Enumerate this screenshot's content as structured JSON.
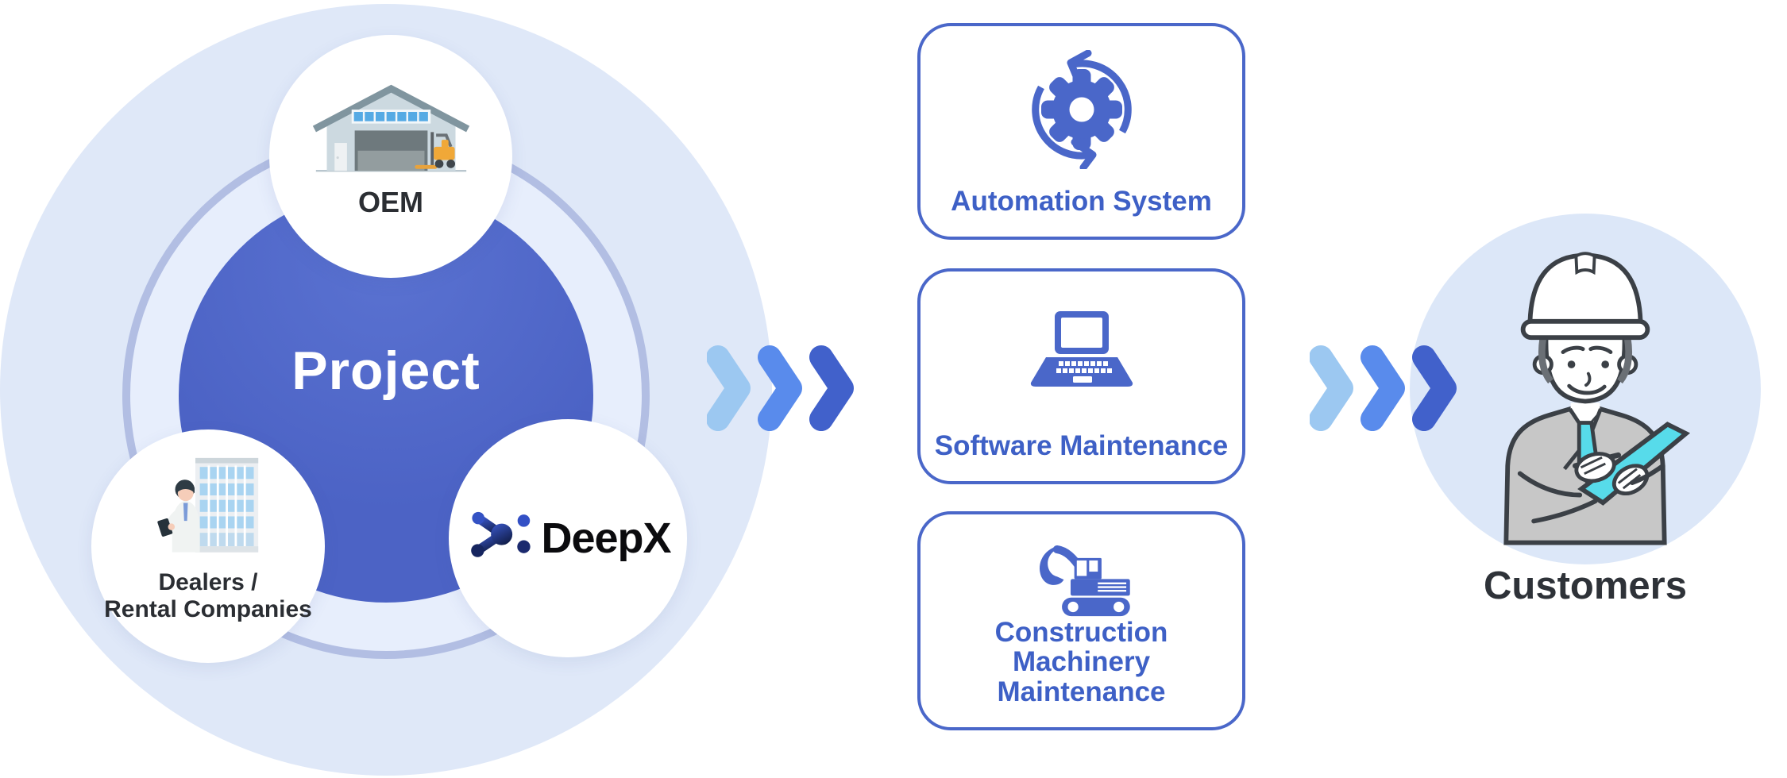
{
  "left_cluster": {
    "project_label": "Project",
    "oem": {
      "label": "OEM"
    },
    "dealers": {
      "label_line1": "Dealers /",
      "label_line2": "Rental Companies"
    },
    "deepx": {
      "brand": "DeepX"
    }
  },
  "flow": {
    "chevrons_per_group": 3,
    "groups": 2
  },
  "services": [
    {
      "label": "Automation System",
      "icon": "automation-gear-icon"
    },
    {
      "label": "Software Maintenance",
      "icon": "laptop-icon"
    },
    {
      "label_line1": "Construction",
      "label_line2": "Machinery Maintenance",
      "icon": "excavator-icon"
    }
  ],
  "customers": {
    "label": "Customers",
    "icon": "customer-worker-icon"
  },
  "icons": {
    "oem": "warehouse-forklift-icon",
    "dealers": "building-person-tablet-icon",
    "deepx": "deepx-molecule-logo-icon",
    "flow": "triple-chevron-right-icon",
    "automation": "gear-with-rotation-arrows-icon",
    "software": "laptop-icon",
    "construction": "excavator-icon",
    "customers": "worker-hardhat-clipboard-icon"
  },
  "colors": {
    "bg_circle": "#dfe8f8",
    "ring": "#b2bee3",
    "ring_inner": "#e7eefc",
    "project_blue": "#4c63c5",
    "chevron_1": "#9cc8f1",
    "chevron_2": "#598bec",
    "chevron_3": "#4161cb",
    "accent": "#4a67c9",
    "box_text": "#3e60c6",
    "label_dark": "#2b2e33",
    "customers_bg": "#dce7f8",
    "cyan": "#57dbea",
    "suit_gray": "#c7c7c7",
    "outline": "#3b4046",
    "logo_blue": "#3452c4",
    "logo_navy": "#16255f"
  }
}
